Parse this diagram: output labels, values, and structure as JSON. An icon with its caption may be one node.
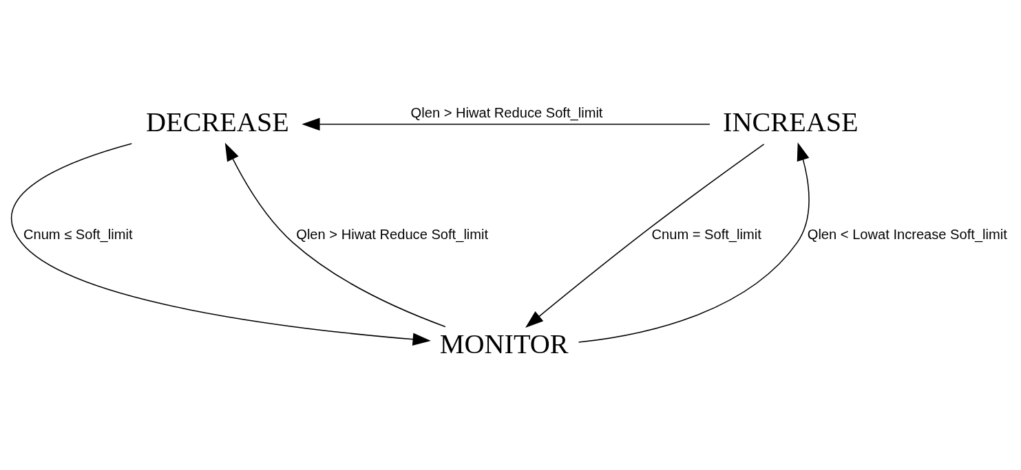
{
  "diagram": {
    "nodes": [
      {
        "text": [
          "DECREASE"
        ]
      },
      {
        "text": [
          "INCREASE"
        ]
      },
      {
        "text": [
          "MONITOR"
        ]
      }
    ],
    "edges": [
      {
        "from": 1,
        "to": 0,
        "arrow": "to",
        "label": "Qlen > Hiwat Reduce Soft_limit"
      },
      {
        "from": 0,
        "to": 2,
        "arrow": "to",
        "label": "Cnum ≤ Soft_limit"
      },
      {
        "from": 2,
        "to": 0,
        "arrow": "to",
        "label": "Qlen > Hiwat Reduce Soft_limit"
      },
      {
        "from": 1,
        "to": 2,
        "arrow": "to",
        "label": "Cnum = Soft_limit"
      },
      {
        "from": 2,
        "to": 1,
        "arrow": "to",
        "label": "Qlen < Lowat Increase Soft_limit"
      }
    ]
  }
}
